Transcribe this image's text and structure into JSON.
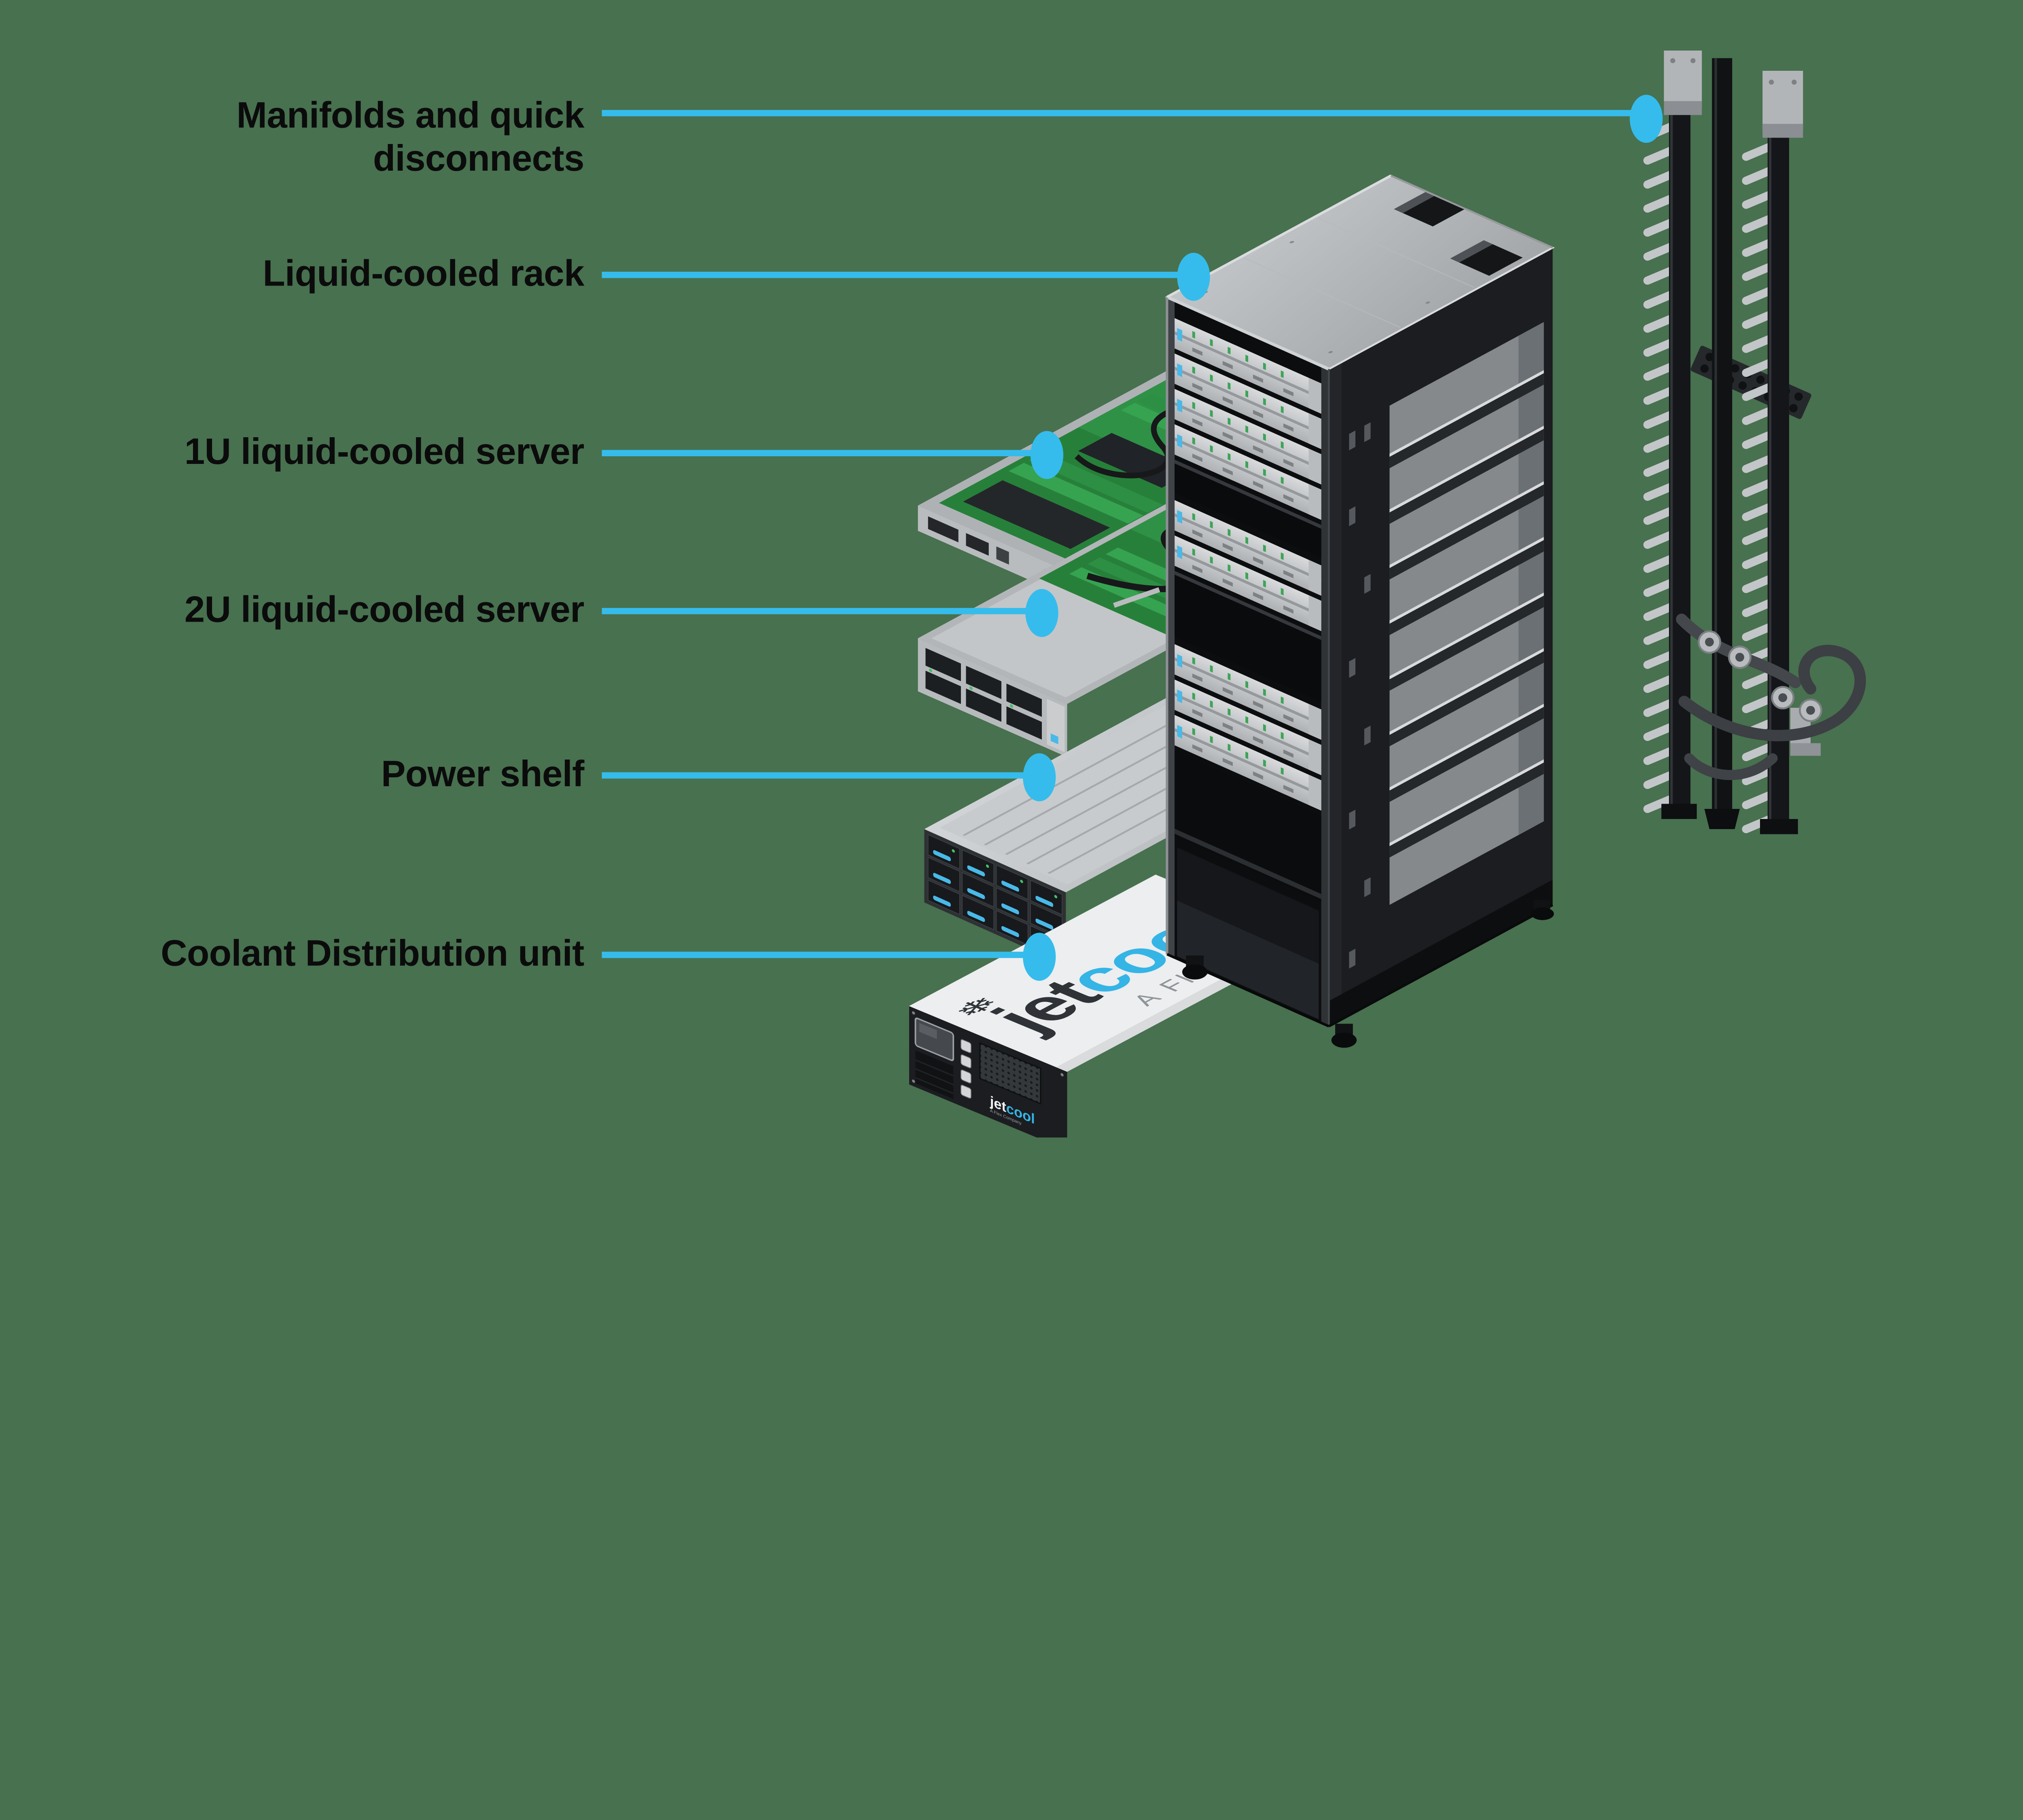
{
  "colors": {
    "background": "#48714F",
    "accent": "#35BCEC",
    "label_text": "#0B0B0C",
    "pcb_green": "#27803A",
    "rack_dark": "#141619",
    "chassis_silver": "#C6C9CB"
  },
  "callouts": [
    {
      "id": "manifolds",
      "label": "Manifolds and quick disconnects"
    },
    {
      "id": "rack",
      "label": "Liquid-cooled rack"
    },
    {
      "id": "server-1u",
      "label": "1U liquid-cooled server"
    },
    {
      "id": "server-2u",
      "label": "2U liquid-cooled server"
    },
    {
      "id": "power-shelf",
      "label": "Power shelf"
    },
    {
      "id": "cdu",
      "label": "Coolant Distribution unit"
    }
  ],
  "branding": {
    "jet": "jet",
    "cool": "cool",
    "tagline": "A Flex Company",
    "snowflake": "❄"
  }
}
